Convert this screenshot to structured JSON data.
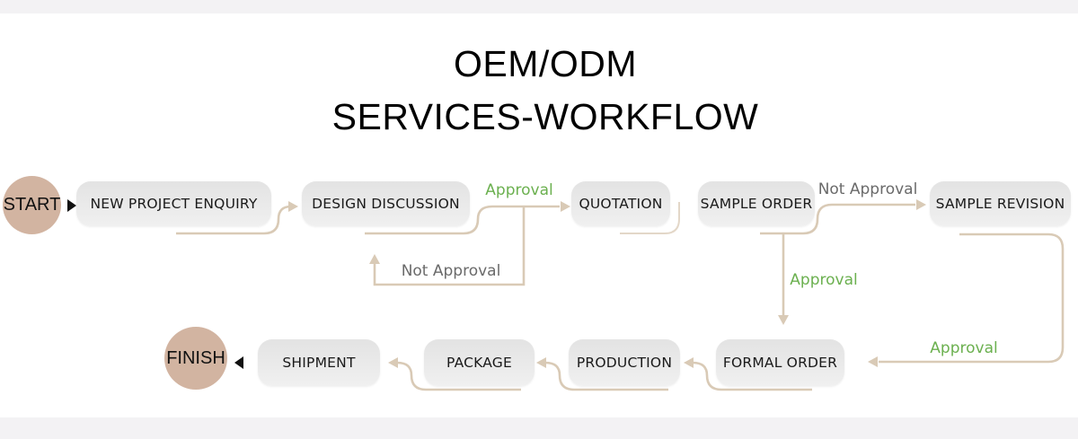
{
  "title": {
    "line1": "OEM/ODM",
    "line2": "SERVICES-WORKFLOW"
  },
  "terminals": {
    "start": "START",
    "finish": "FINISH"
  },
  "nodes": {
    "new_project_enquiry": "NEW PROJECT ENQUIRY",
    "design_discussion": "DESIGN DISCUSSION",
    "quotation": "QUOTATION",
    "sample_order": "SAMPLE ORDER",
    "sample_revision": "SAMPLE REVISION",
    "formal_order": "FORMAL ORDER",
    "production": "PRODUCTION",
    "package": "PACKAGE",
    "shipment": "SHIPMENT"
  },
  "edge_labels": {
    "approval_design_to_quotation": "Approval",
    "not_approval_quotation_back_to_design": "Not Approval",
    "not_approval_sample_order_to_revision": "Not Approval",
    "approval_sample_order_to_formal": "Approval",
    "approval_revision_to_formal": "Approval"
  },
  "workflow": [
    {
      "from": "START",
      "to": "NEW PROJECT ENQUIRY"
    },
    {
      "from": "NEW PROJECT ENQUIRY",
      "to": "DESIGN DISCUSSION"
    },
    {
      "from": "DESIGN DISCUSSION",
      "to": "QUOTATION",
      "label": "Approval"
    },
    {
      "from": "QUOTATION",
      "to": "DESIGN DISCUSSION",
      "label": "Not Approval"
    },
    {
      "from": "QUOTATION",
      "to": "SAMPLE ORDER"
    },
    {
      "from": "SAMPLE ORDER",
      "to": "SAMPLE REVISION",
      "label": "Not Approval"
    },
    {
      "from": "SAMPLE ORDER",
      "to": "FORMAL ORDER",
      "label": "Approval"
    },
    {
      "from": "SAMPLE REVISION",
      "to": "FORMAL ORDER",
      "label": "Approval"
    },
    {
      "from": "FORMAL ORDER",
      "to": "PRODUCTION"
    },
    {
      "from": "PRODUCTION",
      "to": "PACKAGE"
    },
    {
      "from": "PACKAGE",
      "to": "SHIPMENT"
    },
    {
      "from": "SHIPMENT",
      "to": "FINISH"
    }
  ],
  "colors": {
    "accent_circle": "#d2b4a1",
    "arrow": "#d9cab6",
    "approval_green": "#6bb04f",
    "label_gray": "#6a6a6a",
    "box_top": "#e3e3e3",
    "box_bottom": "#f0f0f0",
    "band": "#f3f2f4",
    "text": "#1a1a1a"
  }
}
